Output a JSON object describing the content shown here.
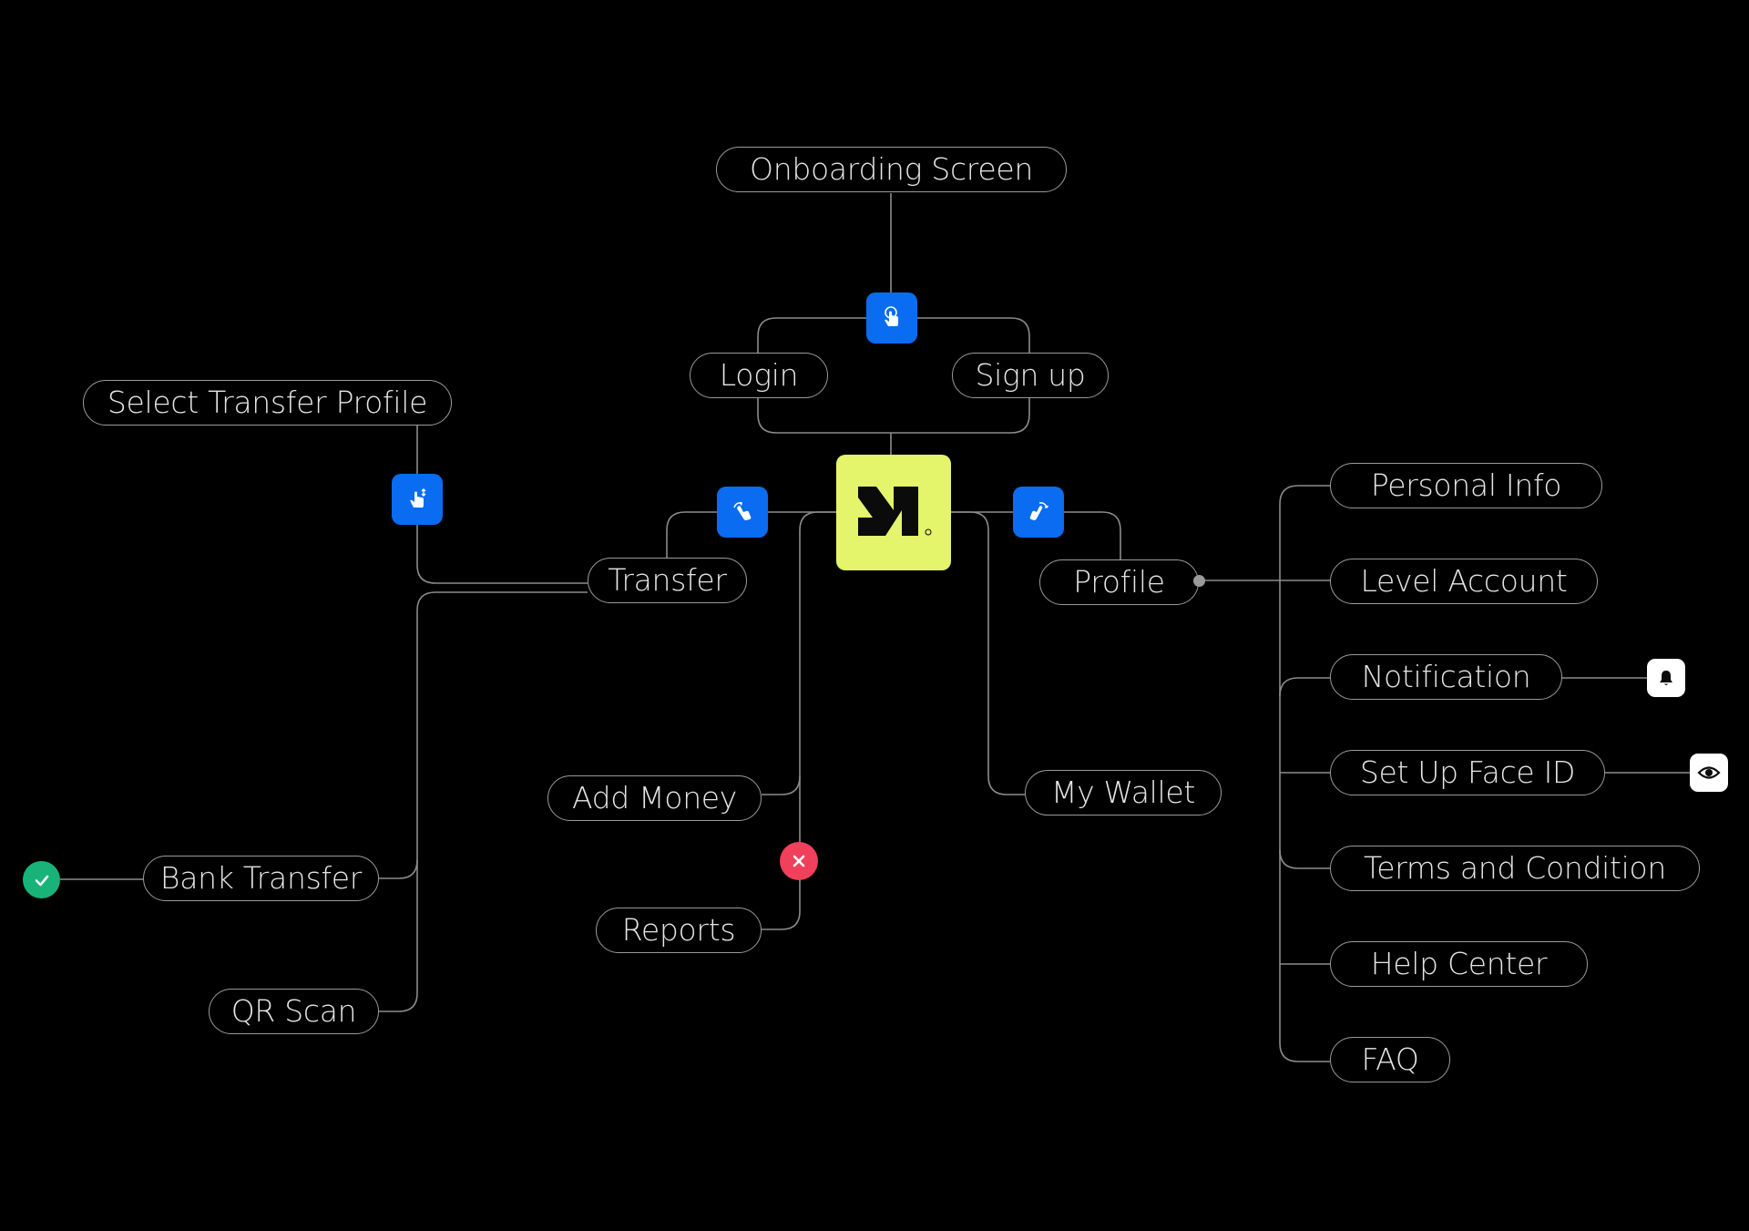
{
  "diagram": {
    "nodes": {
      "onboarding": "Onboarding Screen",
      "login": "Login",
      "signup": "Sign up",
      "select_transfer_profile": "Select Transfer Profile",
      "transfer": "Transfer",
      "profile": "Profile",
      "personal_info": "Personal Info",
      "level_account": "Level Account",
      "notification": "Notification",
      "face_id": "Set Up Face ID",
      "terms": "Terms and Condition",
      "help_center": "Help Center",
      "faq": "FAQ",
      "add_money": "Add Money",
      "reports": "Reports",
      "my_wallet": "My Wallet",
      "bank_transfer": "Bank Transfer",
      "qr_scan": "QR Scan"
    },
    "icons": {
      "tap": "tap-icon",
      "swipe": "swipe-icon",
      "scroll": "scroll-icon",
      "success": "check-icon",
      "error": "close-icon",
      "bell": "bell-icon",
      "eye": "eye-icon",
      "logo": "app-logo"
    },
    "colors": {
      "background": "#000000",
      "line": "#9a9a9a",
      "text": "#e6e6e6",
      "accent_blue": "#0a6cf0",
      "logo_bg": "#e4f46b",
      "success": "#18b379",
      "error": "#f0405b"
    }
  }
}
